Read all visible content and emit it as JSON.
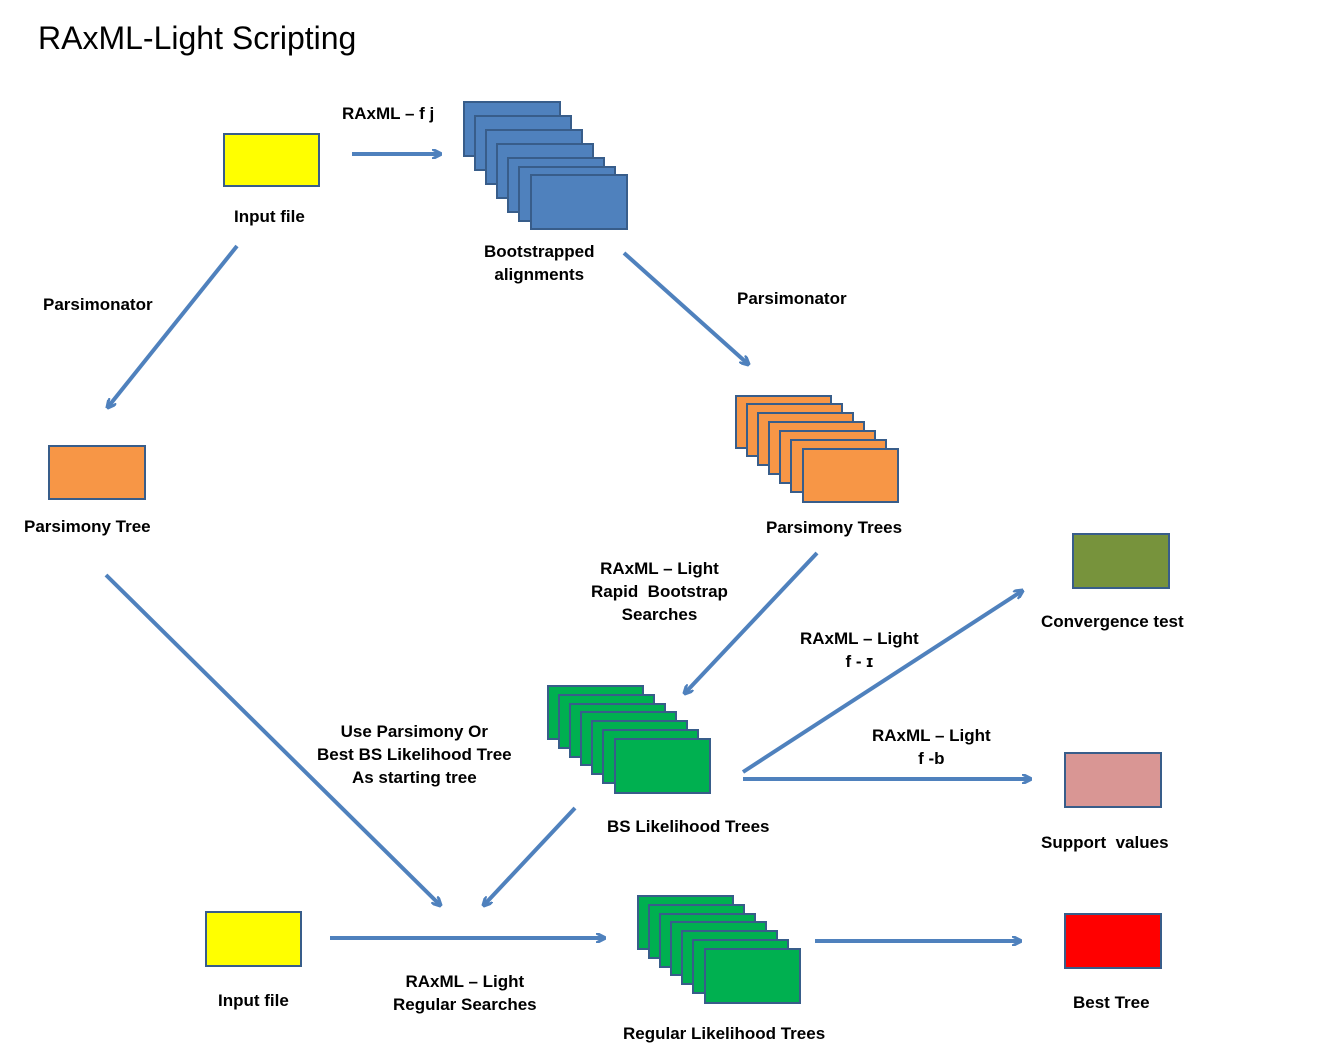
{
  "title": "RAxML-Light Scripting",
  "colors": {
    "input": "#ffff00",
    "bootstrap": "#4f81bd",
    "parsimony": "#f79646",
    "bs_likelihood": "#00b050",
    "convergence": "#77933c",
    "support": "#d99694",
    "best": "#ff0000",
    "arrow": "#4f81bd",
    "border": "#385d8a"
  },
  "nodes": {
    "input_top": "Input file",
    "bootstrapped": "Bootstrapped\nalignments",
    "parsimony_tree": "Parsimony Tree",
    "parsimony_trees": "Parsimony Trees",
    "bs_likelihood": "BS Likelihood Trees",
    "convergence": "Convergence test",
    "support": "Support  values",
    "input_bottom": "Input file",
    "regular_likelihood": "Regular Likelihood Trees",
    "best_tree": "Best Tree"
  },
  "edges": {
    "raxml_fj": "RAxML – f j",
    "parsimonator_left": "Parsimonator",
    "parsimonator_right": "Parsimonator",
    "rapid_bootstrap": "RAxML – Light\nRapid  Bootstrap\nSearches",
    "raxml_fi": "RAxML – Light\nf - ɪ",
    "raxml_fb": "RAxML – Light\nf -b",
    "use_parsimony": "Use Parsimony Or\nBest BS Likelihood Tree\nAs starting tree",
    "regular_searches": "RAxML – Light\nRegular Searches"
  }
}
